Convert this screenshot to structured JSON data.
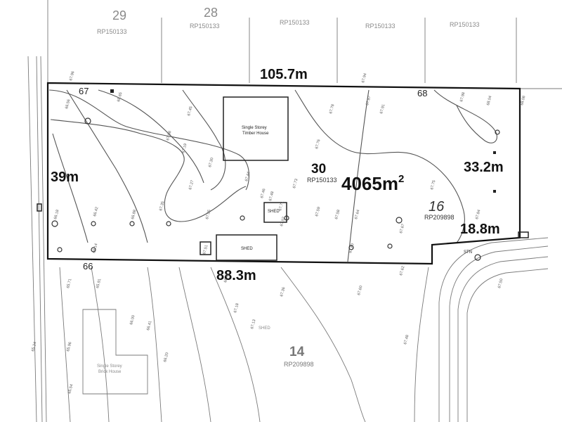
{
  "plan": {
    "lot_number": "30",
    "lot_plan": "RP150133",
    "area_value": "4065m",
    "area_unit_sup": "2",
    "dimensions": {
      "top": "105.7m",
      "left": "39m",
      "right": "33.2m",
      "bottom": "88.3m",
      "front_right": "18.8m"
    },
    "neighbours": {
      "north_plans": [
        "RP150133",
        "RP150133",
        "RP150133",
        "RP150133",
        "RP150133"
      ],
      "north_lot_numbers": [
        "29",
        "28"
      ],
      "east_lot_number": "16",
      "east_plan": "RP209898",
      "south_lot_number": "14",
      "south_plan": "RP209898"
    },
    "structures": {
      "house_line1": "Single Storey",
      "house_line2": "Timber House",
      "shed_label": "SHED",
      "south_house_line1": "Single Storey",
      "south_house_line2": "Brick House",
      "station_label": "STN"
    },
    "contour_labels": [
      "67",
      "68",
      "66"
    ],
    "spot_levels": [
      "68.65",
      "67.45",
      "67.08",
      "67.19",
      "67.30",
      "67.35",
      "67.44",
      "67.46",
      "67.48",
      "67.51",
      "67.52",
      "67.55",
      "67.58",
      "67.59",
      "67.60",
      "67.62",
      "67.64",
      "67.67",
      "67.71",
      "67.73",
      "67.75",
      "67.76",
      "67.78",
      "67.80",
      "67.84",
      "67.87",
      "67.91",
      "67.94",
      "67.96",
      "67.98",
      "68.04",
      "68.08",
      "66.18",
      "66.42",
      "66.56",
      "66.88",
      "65.96",
      "66.41",
      "66.20",
      "66.00",
      "65.91",
      "65.71",
      "65.54",
      "65.24",
      "66.14",
      "67.18",
      "67.36",
      "67.48",
      "67.27",
      "67.50",
      "67.13",
      "66.85"
    ]
  }
}
